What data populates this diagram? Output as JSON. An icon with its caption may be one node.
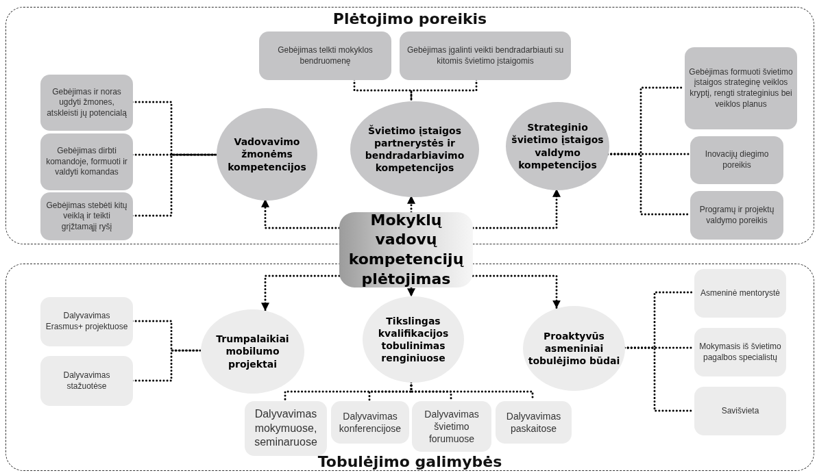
{
  "diagram": {
    "nodes": [
      {
        "text": [
          "Plėtojimo poreikis"
        ]
      },
      {
        "text": [
          "Gebėjimas telkti mokyklos bendruomenę"
        ],
        "in": 0
      },
      {
        "text": [
          "Gebėjimas įgalinti veikti bendradarbiauti su kitomis švietimo įstaigomis"
        ],
        "in": 0
      },
      {
        "text": [
          "Gebėjimas ir noras ugdyti žmones, atskleisti jų potencialą"
        ],
        "in": 0
      },
      {
        "text": [
          "Gebėjimas dirbti komandoje, formuoti ir valdyti komandas"
        ],
        "in": 0
      },
      {
        "text": [
          "Gebėjimas stebėti kitų veiklą ir teikti grįžtamąjį ryšį"
        ],
        "in": 0
      },
      {
        "text": [
          "Vadovavimo žmonėms kompetencijos"
        ],
        "in": 0
      },
      {
        "text": [
          "Švietimo įstaigos partnerystės ir bendradarbiavimo kompetencijos"
        ],
        "in": 0
      },
      {
        "text": [
          "Strateginio švietimo įstaigos valdymo kompetencijos"
        ],
        "in": 0
      },
      {
        "text": [
          "Gebėjimas formuoti švietimo įstaigos strateginę veiklos kryptį, rengti strateginius bei veiklos planus"
        ],
        "in": 0
      },
      {
        "text": [
          "Inovacijų diegimo poreikis"
        ],
        "in": 0
      },
      {
        "text": [
          "Programų ir projektų valdymo poreikis"
        ],
        "in": 0
      },
      {
        "text": [
          "Mokyklų vadovų kompetencijų plėtojimas"
        ]
      },
      {
        "text": [
          "Tobulėjimo galimybės"
        ]
      },
      {
        "text": [
          "Dalyvavimas Erasmus+ projektuose"
        ],
        "in": 13
      },
      {
        "text": [
          "Dalyvavimas stažuotėse"
        ],
        "in": 13
      },
      {
        "text": [
          "Trumpalaikiai mobilumo projektai"
        ],
        "in": 13
      },
      {
        "text": [
          "Tikslingas kvalifikacijos tobulinimas renginiuose"
        ],
        "in": 13
      },
      {
        "text": [
          "Proaktyvūs asmeniniai tobulėjimo būdai"
        ],
        "in": 13
      },
      {
        "text": [
          "Dalyvavimas mokymuose, seminaruose"
        ],
        "in": 13
      },
      {
        "text": [
          "Dalyvavimas konferencijose"
        ],
        "in": 13
      },
      {
        "text": [
          "Dalyvavimas švietimo forumuose"
        ],
        "in": 13
      },
      {
        "text": [
          "Dalyvavimas paskaitose"
        ],
        "in": 13
      },
      {
        "text": [
          "Asmeninė mentorystė"
        ],
        "in": 13
      },
      {
        "text": [
          "Mokymasis iš švietimo pagalbos specialistų"
        ],
        "in": 13
      },
      {
        "text": [
          "Savišvieta"
        ],
        "in": 13
      }
    ],
    "edges": [
      {
        "from": 12,
        "to": 6,
        "arrow": "to"
      },
      {
        "from": 12,
        "to": 7,
        "arrow": "to"
      },
      {
        "from": 12,
        "to": 8,
        "arrow": "to"
      },
      {
        "from": 12,
        "to": 16,
        "arrow": "to"
      },
      {
        "from": 12,
        "to": 17,
        "arrow": "to"
      },
      {
        "from": 12,
        "to": 18,
        "arrow": "to"
      },
      {
        "from": 3,
        "to": 6,
        "arrow": "none"
      },
      {
        "from": 4,
        "to": 6,
        "arrow": "none"
      },
      {
        "from": 5,
        "to": 6,
        "arrow": "none"
      },
      {
        "from": 1,
        "to": 7,
        "arrow": "none"
      },
      {
        "from": 2,
        "to": 7,
        "arrow": "none"
      },
      {
        "from": 8,
        "to": 9,
        "arrow": "none"
      },
      {
        "from": 8,
        "to": 10,
        "arrow": "none"
      },
      {
        "from": 8,
        "to": 11,
        "arrow": "none"
      },
      {
        "from": 14,
        "to": 16,
        "arrow": "none"
      },
      {
        "from": 15,
        "to": 16,
        "arrow": "none"
      },
      {
        "from": 17,
        "to": 19,
        "arrow": "none"
      },
      {
        "from": 17,
        "to": 20,
        "arrow": "none"
      },
      {
        "from": 17,
        "to": 21,
        "arrow": "none"
      },
      {
        "from": 17,
        "to": 22,
        "arrow": "none"
      },
      {
        "from": 18,
        "to": 23,
        "arrow": "none"
      },
      {
        "from": 18,
        "to": 24,
        "arrow": "none"
      },
      {
        "from": 18,
        "to": 25,
        "arrow": "none"
      }
    ]
  }
}
